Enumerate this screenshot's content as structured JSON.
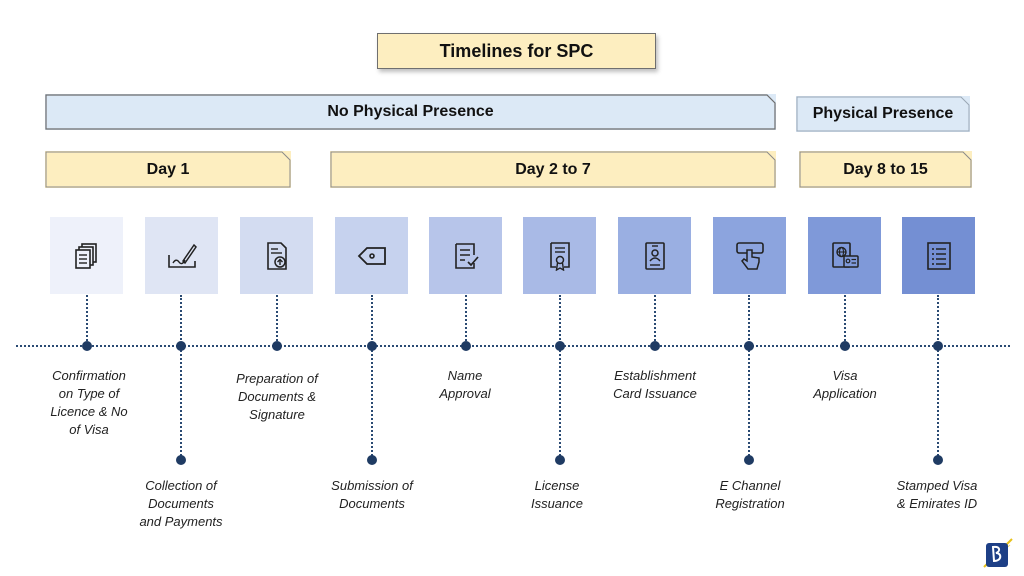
{
  "title": "Timelines for SPC",
  "banners": {
    "no_physical": "No Physical Presence",
    "physical": "Physical Presence",
    "day1": "Day 1",
    "day2to7": "Day 2 to 7",
    "day8to15": "Day 8 to 15"
  },
  "steps": [
    {
      "label": "Confirmation\non Type of\nLicence & No\nof Visa",
      "icon": "documents-stack-icon"
    },
    {
      "label": "Collection of\nDocuments\nand Payments",
      "icon": "signing-pen-icon"
    },
    {
      "label": "Preparation of\nDocuments &\nSignature",
      "icon": "document-upload-icon"
    },
    {
      "label": "Submission of\nDocuments",
      "icon": "tag-icon"
    },
    {
      "label": "Name\nApproval",
      "icon": "approved-document-icon"
    },
    {
      "label": "License\nIssuance",
      "icon": "certificate-icon"
    },
    {
      "label": "Establishment\nCard Issuance",
      "icon": "id-card-icon"
    },
    {
      "label": "E Channel\nRegistration",
      "icon": "click-hand-icon"
    },
    {
      "label": "Visa\nApplication",
      "icon": "passport-icon"
    },
    {
      "label": "Stamped Visa\n& Emirates ID",
      "icon": "checklist-icon"
    }
  ],
  "colors": {
    "box_shades": [
      "#eef1fa",
      "#dfe5f4",
      "#d3dcf1",
      "#c6d2ee",
      "#b7c5ea",
      "#a9bae6",
      "#9aafe2",
      "#8ca4de",
      "#7f99d9",
      "#748fd3"
    ],
    "timeline": "#2a4a73",
    "banner_blue": "#dce9f6",
    "banner_yellow": "#fdeec0"
  }
}
